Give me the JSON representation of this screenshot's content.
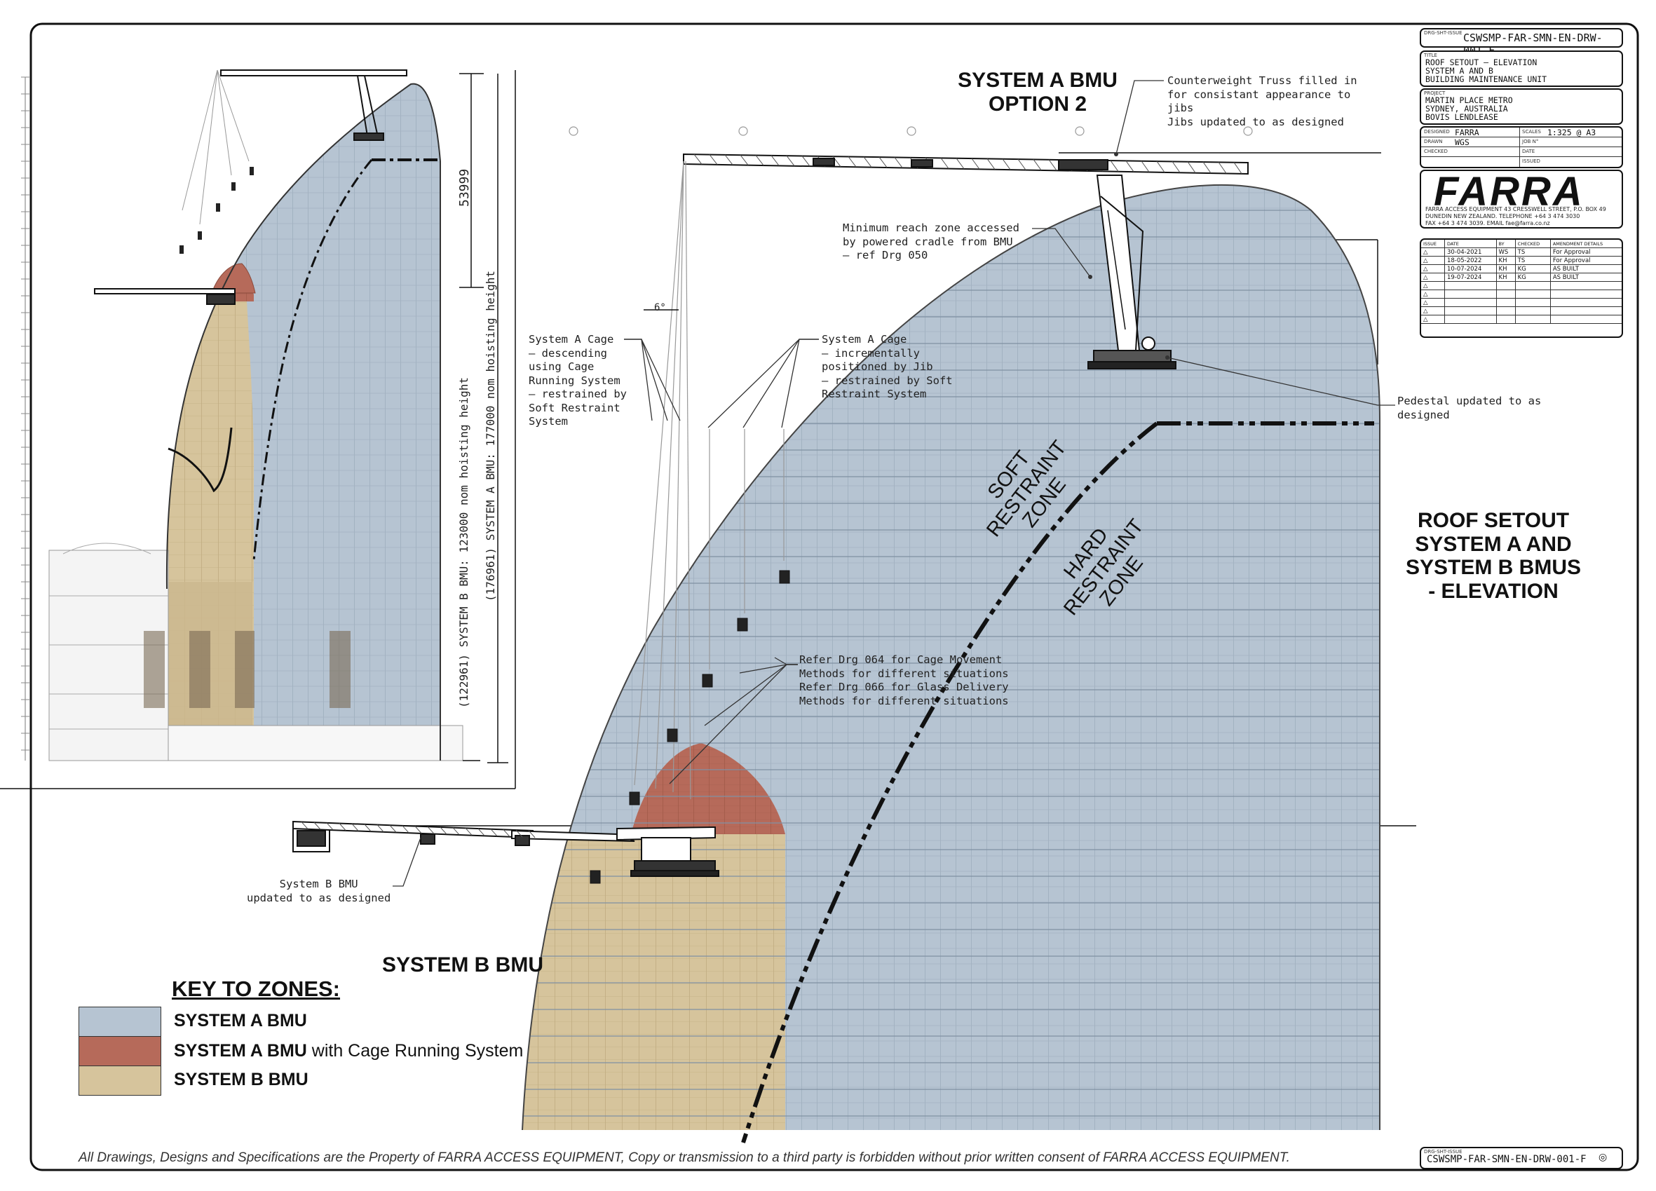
{
  "drawing_number": "CSWSMP-FAR-SMN-EN-DRW-001-F",
  "title_block": {
    "drg_label": "DRG-SHT-ISSUE",
    "title_label": "TITLE",
    "title": "ROOF SETOUT – ELEVATION\nSYSTEM A AND B\nBUILDING MAINTENANCE UNIT",
    "project_label": "PROJECT",
    "project": "MARTIN PLACE METRO\nSYDNEY, AUSTRALIA\nBOVIS LENDLEASE",
    "designed_label": "DESIGNED",
    "designed": "FARRA",
    "drawn_label": "DRAWN",
    "drawn": "WGS",
    "checked_label": "CHECKED",
    "scales_label": "SCALES",
    "scales": "1:325 @ A3",
    "job_label": "JOB N°",
    "date_label": "DATE",
    "issued_label": "ISSUED",
    "logo": "FARRA",
    "company": "FARRA ACCESS EQUIPMENT 43 CRESSWELL STREET, P.O. BOX 49\nDUNEDIN NEW ZEALAND. TELEPHONE +64 3 474 3030\nFAX +64 3 474 3039. EMAIL fae@farra.co.nz",
    "revision_headers": [
      "ISSUE",
      "DATE",
      "BY",
      "CHECKED",
      "AMENDMENT DETAILS"
    ],
    "revisions": [
      {
        "date": "30-04-2021",
        "by": "WS",
        "checked": "TS",
        "details": "For Approval"
      },
      {
        "date": "18-05-2022",
        "by": "KH",
        "checked": "TS",
        "details": "For Approval"
      },
      {
        "date": "10-07-2024",
        "by": "KH",
        "checked": "KG",
        "details": "AS BUILT"
      },
      {
        "date": "19-07-2024",
        "by": "KH",
        "checked": "KG",
        "details": "AS BUILT"
      }
    ]
  },
  "headings": {
    "system_a_option": "SYSTEM A BMU\nOPTION 2",
    "roof_setout": "ROOF SETOUT\nSYSTEM A AND\nSYSTEM B BMUS\n- ELEVATION",
    "system_b": "SYSTEM B BMU"
  },
  "zones": {
    "soft": "SOFT\nRESTRAINT\nZONE",
    "hard": "HARD\nRESTRAINT\nZONE"
  },
  "notes": {
    "counterweight": "Counterweight Truss filled in\nfor consistant appearance to\njibs\nJibs updated to as designed",
    "min_reach": "Minimum reach zone accessed\nby powered cradle from BMU\n– ref Drg 050",
    "cage_descending": "System A Cage\n– descending\nusing Cage\nRunning System\n– restrained by\nSoft Restraint\nSystem",
    "cage_incremental": "System A Cage\n– incrementally\npositioned by Jib\n– restrained by Soft\nRestraint System",
    "pedestal": "Pedestal updated to as\ndesigned",
    "refer_drg": "Refer Drg 064 for Cage Movement\nMethods for different situations\nRefer Drg 066 for Glass Delivery\nMethods for different situations",
    "system_b_updated": "System B BMU\nupdated to as designed",
    "angle": "6°"
  },
  "dimensions": {
    "d1": "53999",
    "d2": "(122961) SYSTEM B BMU: 123000 nom hoisting height",
    "d3": "(176961) SYSTEM A BMU: 177000 nom hoisting height"
  },
  "legend": {
    "title": "KEY TO ZONES:",
    "items": [
      {
        "bold": "SYSTEM A BMU",
        "rest": "",
        "color": "#b6c4d2"
      },
      {
        "bold": "SYSTEM A BMU",
        "rest": " with Cage Running System",
        "color": "#b66a5a"
      },
      {
        "bold": "SYSTEM B BMU",
        "rest": "",
        "color": "#d6c49c"
      }
    ]
  },
  "footer": "All Drawings, Designs and Specifications are the Property of FARRA ACCESS EQUIPMENT, Copy or transmission to a third party is forbidden without prior written consent of FARRA ACCESS EQUIPMENT.",
  "colors": {
    "system_a": "#b6c4d2",
    "cage": "#b66a5a",
    "system_b": "#d6c49c",
    "line": "#111111"
  }
}
